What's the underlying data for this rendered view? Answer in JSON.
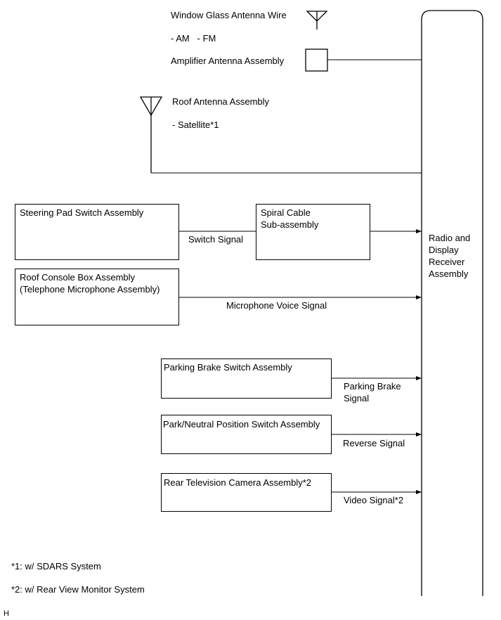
{
  "antennas": {
    "window_glass_title": "Window Glass Antenna Wire",
    "window_glass_bands": "- AM   - FM",
    "amplifier_title": "Amplifier Antenna Assembly",
    "roof_title": "Roof Antenna Assembly",
    "roof_band": "- Satellite*1"
  },
  "receiver": {
    "label_lines": [
      "Radio and",
      "Display",
      "Receiver",
      "Assembly"
    ]
  },
  "components": {
    "steering_pad": "Steering Pad Switch Assembly",
    "spiral_cable_line1": "Spiral Cable",
    "spiral_cable_line2": "Sub-assembly",
    "roof_console_line1": "Roof Console Box Assembly",
    "roof_console_line2": "(Telephone Microphone Assembly)",
    "parking_brake": "Parking Brake Switch Assembly",
    "park_neutral": "Park/Neutral Position Switch Assembly",
    "rear_camera": "Rear Television Camera Assembly*2"
  },
  "signals": {
    "switch": "Switch Signal",
    "microphone": "Microphone Voice Signal",
    "parking_brake_line1": "Parking Brake",
    "parking_brake_line2": "Signal",
    "reverse": "Reverse Signal",
    "video": "Video Signal*2"
  },
  "footnotes": {
    "note1": "*1: w/ SDARS System",
    "note2": "*2: w/ Rear View Monitor System"
  },
  "corner_mark": "H"
}
